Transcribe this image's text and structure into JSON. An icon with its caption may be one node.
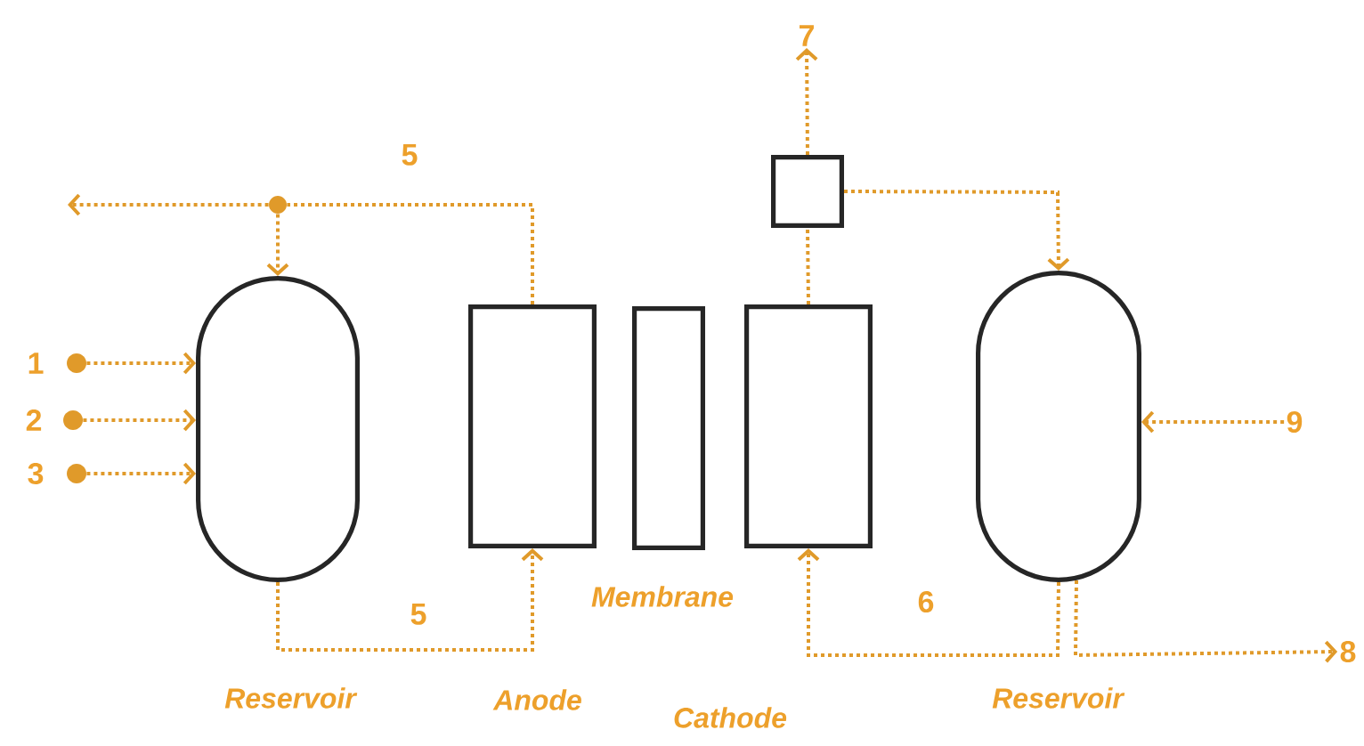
{
  "diagram": {
    "nodes": [
      {
        "text": [
          "7"
        ]
      },
      {
        "text": [],
        "shape": "circle"
      },
      {
        "text": [],
        "shape": "box"
      },
      {
        "text": [],
        "shape": "circle",
        "beside": [
          "1"
        ]
      },
      {
        "text": [],
        "shape": "circle",
        "beside": [
          "2"
        ]
      },
      {
        "text": [],
        "shape": "circle",
        "beside": [
          "3"
        ]
      },
      {
        "text": [],
        "shape": "capsule",
        "beside": [
          "Reservoir"
        ]
      },
      {
        "text": [],
        "shape": "box"
      },
      {
        "text": [],
        "shape": "box",
        "beside": [
          "Membrane"
        ]
      },
      {
        "text": [],
        "shape": "box"
      },
      {
        "text": [],
        "shape": "capsule",
        "beside": [
          "Reservoir"
        ]
      },
      {
        "text": [
          "9"
        ]
      },
      {
        "text": [
          "8"
        ]
      }
    ],
    "edges": [
      {
        "from": 7,
        "to": 1,
        "arrow": "none",
        "label": "5"
      },
      {
        "from": 1,
        "to": 6,
        "arrow": "to"
      },
      {
        "from": 1,
        "to": null,
        "arrow": "to"
      },
      {
        "from": 3,
        "to": 6,
        "arrow": "to"
      },
      {
        "from": 4,
        "to": 6,
        "arrow": "to"
      },
      {
        "from": 5,
        "to": 6,
        "arrow": "to"
      },
      {
        "from": 6,
        "to": 7,
        "arrow": "to",
        "label": "5"
      },
      {
        "from": 9,
        "to": 2,
        "arrow": "none"
      },
      {
        "from": 2,
        "to": 0,
        "arrow": "to"
      },
      {
        "from": 2,
        "to": 10,
        "arrow": "to"
      },
      {
        "from": 10,
        "to": 9,
        "arrow": "to",
        "label": "6"
      },
      {
        "from": 10,
        "to": 12,
        "arrow": "to"
      },
      {
        "from": 11,
        "to": 10,
        "arrow": "to"
      }
    ],
    "labels": [
      "Anode",
      "Cathode"
    ]
  }
}
